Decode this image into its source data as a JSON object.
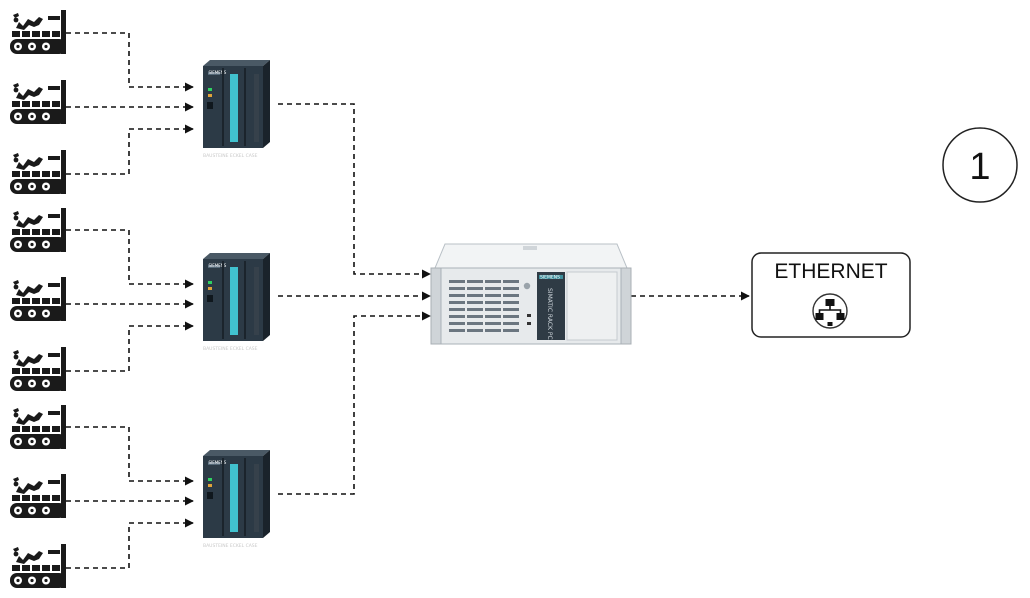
{
  "ethernet": {
    "label": "ETHERNET",
    "icon": "network-topology-icon"
  },
  "badge": {
    "number": "1"
  },
  "plc": {
    "brand": "SIEMENS",
    "watermark": "BAUSTEINE ECKEL CASE",
    "icon": "siemens-s7-300-plc"
  },
  "ipc": {
    "brand": "SIEMENS",
    "side_label": "SIMATIC RACK PC",
    "icon": "simatic-rack-pc"
  },
  "machine_icon": "robot-arm-conveyor-icon",
  "colors": {
    "line": "#111111",
    "plc_body": "#2c3a46",
    "plc_led": "#41c2cf",
    "ipc_body": "#e7eaec",
    "ipc_panel": "#2f3b45"
  }
}
